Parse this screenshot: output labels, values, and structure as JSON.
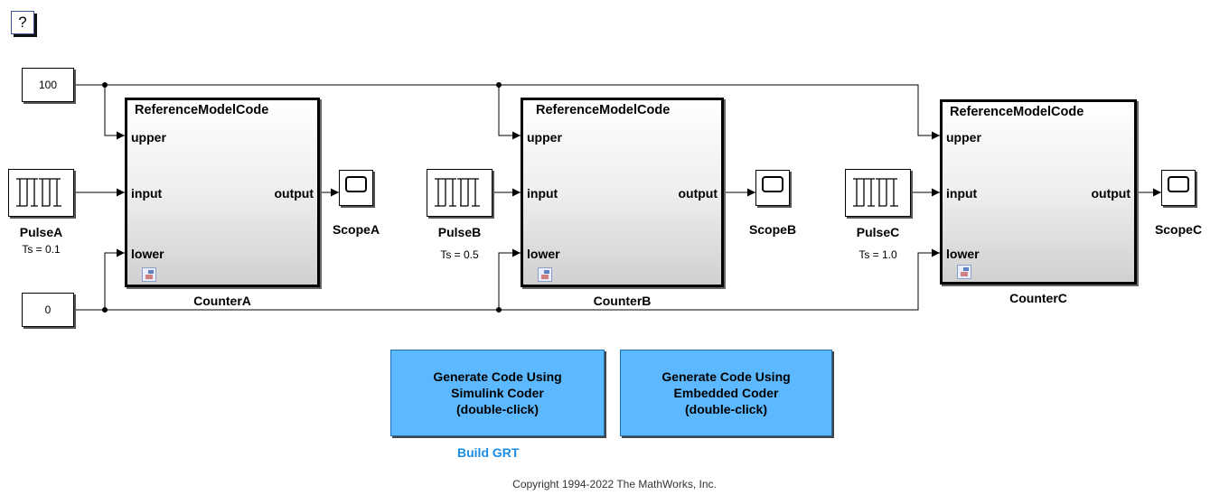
{
  "help_button": {
    "label": "?"
  },
  "constants": [
    {
      "id": "upper",
      "value": "100"
    },
    {
      "id": "lower",
      "value": "0"
    }
  ],
  "pulses": [
    {
      "name": "PulseA",
      "ts": "Ts = 0.1"
    },
    {
      "name": "PulseB",
      "ts": "Ts = 0.5"
    },
    {
      "name": "PulseC",
      "ts": "Ts = 1.0"
    }
  ],
  "models": [
    {
      "name": "CounterA",
      "ref": "ReferenceModelCode",
      "ports": {
        "upper": "upper",
        "input": "input",
        "lower": "lower",
        "output": "output"
      }
    },
    {
      "name": "CounterB",
      "ref": "ReferenceModelCode",
      "ports": {
        "upper": "upper",
        "input": "input",
        "lower": "lower",
        "output": "output"
      }
    },
    {
      "name": "CounterC",
      "ref": "ReferenceModelCode",
      "ports": {
        "upper": "upper",
        "input": "input",
        "lower": "lower",
        "output": "output"
      }
    }
  ],
  "scopes": [
    {
      "name": "ScopeA"
    },
    {
      "name": "ScopeB"
    },
    {
      "name": "ScopeC"
    }
  ],
  "buttons": {
    "simulink": {
      "line1": "Generate Code Using",
      "line2": "Simulink Coder",
      "line3": "(double-click)"
    },
    "embedded": {
      "line1": "Generate Code Using",
      "line2": "Embedded Coder",
      "line3": "(double-click)"
    }
  },
  "build_link": "Build GRT",
  "copyright": "Copyright 1994-2022 The MathWorks, Inc."
}
